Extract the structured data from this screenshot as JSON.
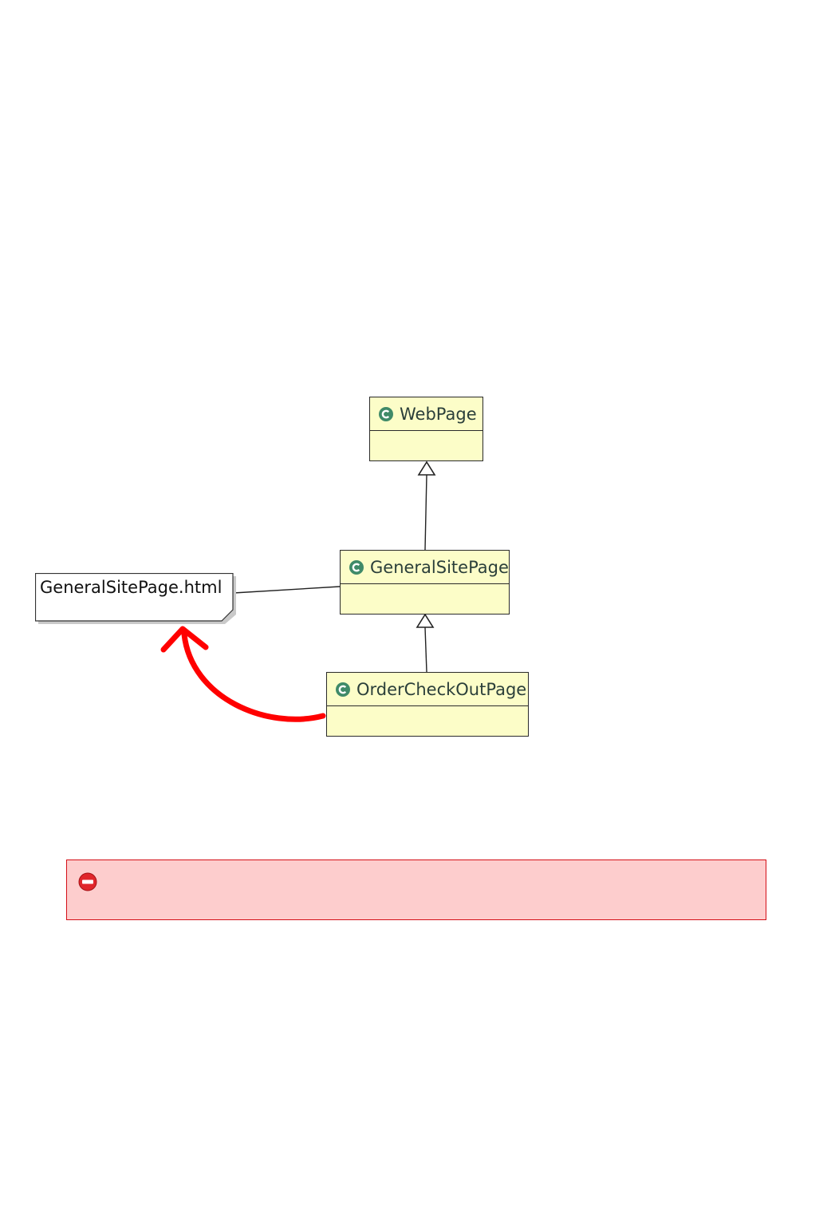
{
  "diagram": {
    "classes": [
      {
        "id": "webpage",
        "name": "WebPage"
      },
      {
        "id": "generalsitepage",
        "name": "GeneralSitePage"
      },
      {
        "id": "ordercheckoutpage",
        "name": "OrderCheckOutPage"
      }
    ],
    "file": {
      "name": "GeneralSitePage.html"
    },
    "colors": {
      "class_fill": "#fcfdc8",
      "class_border": "#2a2a2a",
      "class_icon": "#3f8a68",
      "arrow": "#ff0000",
      "alert_fill": "#fdcdcd",
      "alert_border": "#d40f17"
    }
  },
  "alert": {
    "icon": "stop-icon",
    "text": ""
  }
}
